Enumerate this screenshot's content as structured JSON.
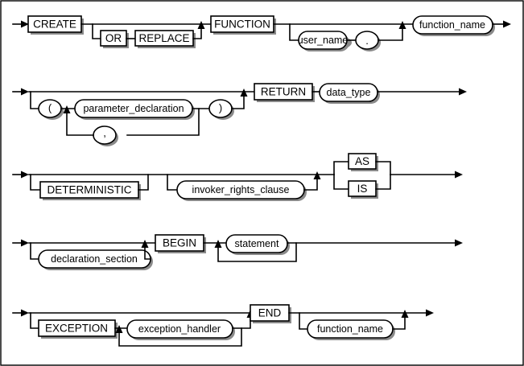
{
  "diagram": {
    "title": "CREATE FUNCTION syntax railroad diagram",
    "type": "railroad-syntax-diagram",
    "colors": {
      "line": "#000000",
      "box_fill": "#ffffff",
      "shadow": "#8a8a8a",
      "background": "#ffffff",
      "border": "#000000"
    },
    "rows": [
      {
        "id": "row-create",
        "nodes": [
          {
            "id": "kw-create",
            "label": "CREATE",
            "shape": "box"
          },
          {
            "id": "kw-or",
            "label": "OR",
            "shape": "box"
          },
          {
            "id": "kw-replace",
            "label": "REPLACE",
            "shape": "box"
          },
          {
            "id": "kw-function",
            "label": "FUNCTION",
            "shape": "box"
          },
          {
            "id": "nt-user-name",
            "label": "user_name",
            "shape": "oval"
          },
          {
            "id": "punct-dot",
            "label": ".",
            "shape": "circle"
          },
          {
            "id": "nt-function-name-1",
            "label": "function_name",
            "shape": "oval"
          }
        ]
      },
      {
        "id": "row-params",
        "nodes": [
          {
            "id": "punct-lparen",
            "label": "(",
            "shape": "circle"
          },
          {
            "id": "nt-parameter-declaration",
            "label": "parameter_declaration",
            "shape": "oval"
          },
          {
            "id": "punct-comma",
            "label": ",",
            "shape": "circle"
          },
          {
            "id": "punct-rparen",
            "label": ")",
            "shape": "circle"
          },
          {
            "id": "kw-return",
            "label": "RETURN",
            "shape": "box"
          },
          {
            "id": "nt-data-type",
            "label": "data_type",
            "shape": "oval"
          }
        ]
      },
      {
        "id": "row-deterministic",
        "nodes": [
          {
            "id": "kw-deterministic",
            "label": "DETERMINISTIC",
            "shape": "box"
          },
          {
            "id": "nt-invoker-rights-clause",
            "label": "invoker_rights_clause",
            "shape": "oval"
          },
          {
            "id": "kw-as",
            "label": "AS",
            "shape": "box"
          },
          {
            "id": "kw-is",
            "label": "IS",
            "shape": "box"
          }
        ]
      },
      {
        "id": "row-begin",
        "nodes": [
          {
            "id": "nt-declaration-section",
            "label": "declaration_section",
            "shape": "oval"
          },
          {
            "id": "kw-begin",
            "label": "BEGIN",
            "shape": "box"
          },
          {
            "id": "nt-statement",
            "label": "statement",
            "shape": "oval"
          }
        ]
      },
      {
        "id": "row-exception",
        "nodes": [
          {
            "id": "kw-exception",
            "label": "EXCEPTION",
            "shape": "box"
          },
          {
            "id": "nt-exception-handler",
            "label": "exception_handler",
            "shape": "oval"
          },
          {
            "id": "kw-end",
            "label": "END",
            "shape": "box"
          },
          {
            "id": "nt-function-name-2",
            "label": "function_name",
            "shape": "oval"
          }
        ]
      }
    ],
    "labels": {
      "create": "CREATE",
      "or": "OR",
      "replace": "REPLACE",
      "function": "FUNCTION",
      "user_name": "user_name",
      "dot": ".",
      "function_name_1": "function_name",
      "lparen": "(",
      "parameter_declaration": "parameter_declaration",
      "comma": ",",
      "rparen": ")",
      "return": "RETURN",
      "data_type": "data_type",
      "deterministic": "DETERMINISTIC",
      "invoker_rights_clause": "invoker_rights_clause",
      "as": "AS",
      "is": "IS",
      "declaration_section": "declaration_section",
      "begin": "BEGIN",
      "statement": "statement",
      "exception": "EXCEPTION",
      "exception_handler": "exception_handler",
      "end": "END",
      "function_name_2": "function_name"
    }
  }
}
